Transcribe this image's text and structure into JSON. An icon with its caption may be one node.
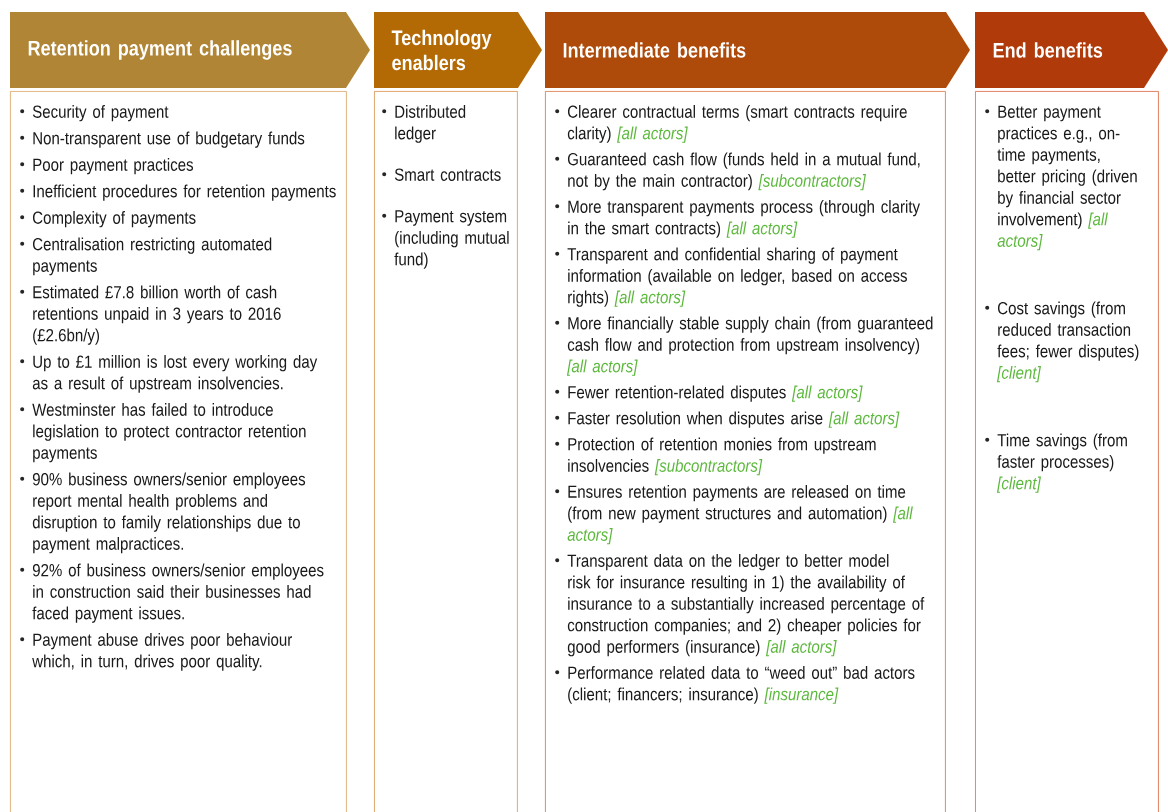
{
  "diagram": {
    "nodes": [
      {
        "text": [
          "Retention payment challenges"
        ]
      },
      {
        "text": [
          "Security of payment",
          "Non-transparent use of budgetary funds",
          "Poor payment practices",
          "Inefficient procedures for retention payments",
          "Complexity of payments",
          "Centralisation restricting automated payments",
          "Estimated £7.8 billion worth of cash retentions unpaid in 3 years to 2016 (£2.6bn/y)",
          "Up to £1 million is lost every working day as a result of upstream insolvencies.",
          "Westminster has failed to introduce legislation to protect contractor retention payments",
          "90% business owners/senior employees report mental health problems and disruption to family relationships due to payment malpractices.",
          "92% of business owners/senior employees in construction said their businesses had faced payment issues.",
          "Payment abuse drives poor behaviour which, in turn, drives poor quality."
        ]
      },
      {
        "text": [
          "Technology enablers"
        ]
      },
      {
        "text": [
          "Distributed ledger",
          "Smart contracts",
          "Payment system (including mutual fund)"
        ]
      },
      {
        "text": [
          "Intermediate benefits"
        ]
      },
      {
        "text": [
          "Clearer contractual terms (smart contracts require clarity) *[all actors]*",
          "Guaranteed cash flow (funds held in a mutual fund, not by the main contractor) *[subcontractors]*",
          "More transparent payments process (through clarity in the smart contracts) *[all actors]*",
          "Transparent and confidential sharing of payment information (available on ledger, based on access rights) *[all actors]*",
          "More financially stable supply chain (from guaranteed cash flow and protection from upstream insolvency) *[all actors]*",
          "Fewer retention-related disputes *[all actors]*",
          "Faster resolution when disputes arise *[all actors]*",
          "Protection of retention monies from upstream insolvencies *[subcontractors]*",
          "Ensures retention payments are released on time (from new payment structures and automation) *[all actors]*",
          "Transparent data on the ledger to better model risk for insurance resulting in 1) the availability of insurance to a substantially increased percentage of construction companies; and 2) cheaper policies for good performers (insurance) *[all actors]*",
          "Performance related data to “weed out” bad actors (client; financers; insurance) *[insurance]*"
        ]
      },
      {
        "text": [
          "End benefits"
        ]
      },
      {
        "text": [
          "Better payment practices e.g., on-time payments, better pricing (driven by financial sector involvement) *[all actors]*",
          "Cost savings (from reduced transaction fees; fewer disputes) *[client]*",
          "Time savings (from faster processes) *[client]*"
        ]
      }
    ]
  }
}
